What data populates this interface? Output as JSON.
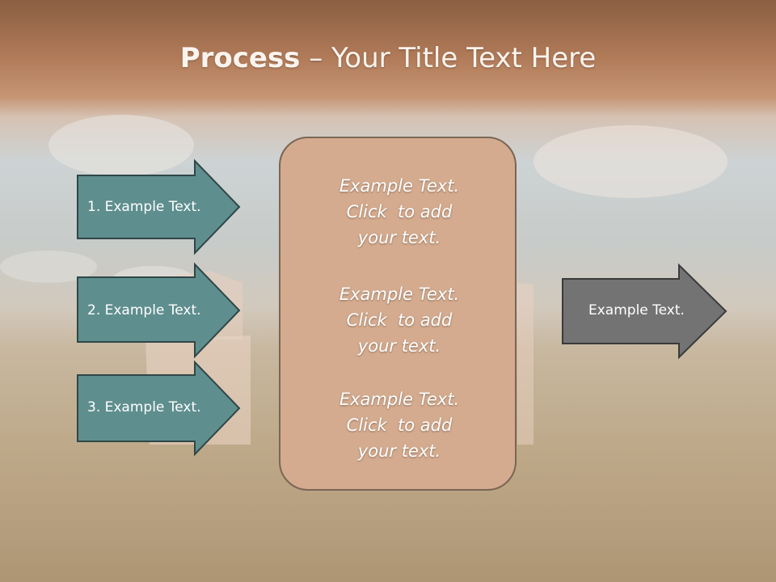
{
  "title": {
    "bold": "Process",
    "rest": " – Your Title Text Here"
  },
  "left_arrows": [
    {
      "label": "1. Example Text."
    },
    {
      "label": "2. Example Text."
    },
    {
      "label": "3. Example Text."
    }
  ],
  "center_box": {
    "paragraphs": [
      {
        "lines": [
          "Example Text.",
          "Click  to add",
          "your text."
        ]
      },
      {
        "lines": [
          "Example Text.",
          "Click  to add",
          "your text."
        ]
      },
      {
        "lines": [
          "Example Text.",
          "Click  to add",
          "your text."
        ]
      }
    ]
  },
  "right_arrow": {
    "label": "Example Text."
  },
  "colors": {
    "teal_arrow": "#5f8e8e",
    "gray_arrow": "#737373",
    "center_box": "#d4ab8e",
    "title_band": "#a8714f"
  }
}
